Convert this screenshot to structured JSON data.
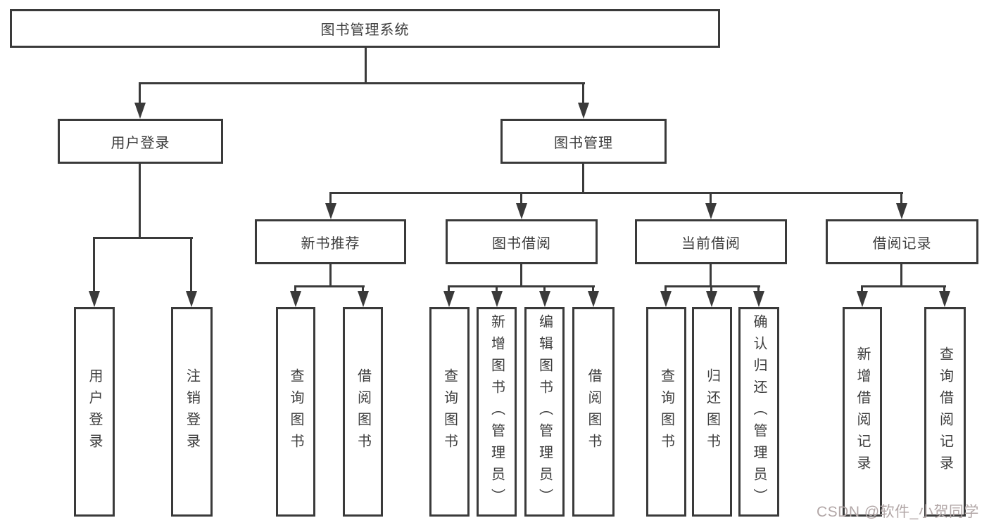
{
  "diagram": {
    "root": {
      "label": "图书管理系统"
    },
    "branches": {
      "user_login": {
        "label": "用户登录"
      },
      "book_management": {
        "label": "图书管理"
      }
    },
    "modules": {
      "new_book_recommend": {
        "label": "新书推荐"
      },
      "book_borrow": {
        "label": "图书借阅"
      },
      "current_borrow": {
        "label": "当前借阅"
      },
      "borrow_record": {
        "label": "借阅记录"
      }
    },
    "leaves": {
      "user_login_login": "用户登录",
      "user_login_logout": "注销登录",
      "nb_query_book": "查询图书",
      "nb_borrow_book": "借阅图书",
      "bb_query_book": "查询图书",
      "bb_add_book": "新增图书（管理员）",
      "bb_edit_book": "编辑图书（管理员）",
      "bb_borrow_book": "借阅图书",
      "cb_query_book": "查询图书",
      "cb_return_book": "归还图书",
      "cb_confirm_return": "确认归还（管理员）",
      "br_add_record": "新增借阅记录",
      "br_query_record": "查询借阅记录"
    },
    "watermark": "CSDN @软件_小贺同学",
    "colors": {
      "line": "#3a3a3a",
      "text": "#3d3d3d",
      "background": "#ffffff",
      "watermark": "#b2a7a7"
    }
  }
}
